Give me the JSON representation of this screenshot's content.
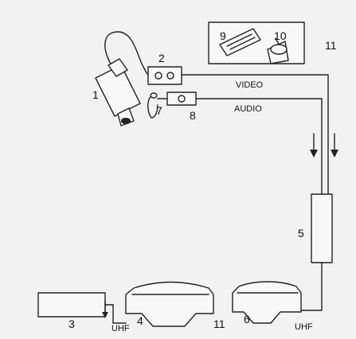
{
  "labels": {
    "camera": "1",
    "recorder": "2",
    "monitor_large_left": "3",
    "tv_left": "4",
    "distributor": "5",
    "tv_right": "6",
    "microphone": "7",
    "audio_unit": "8",
    "tape": "9",
    "lamp": "10",
    "studio_top": "11",
    "studio_bottom": "11"
  },
  "signals": {
    "video": "VIDEO",
    "audio": "AUDIO",
    "uhf_left": "UHF",
    "uhf_right": "UHF"
  }
}
